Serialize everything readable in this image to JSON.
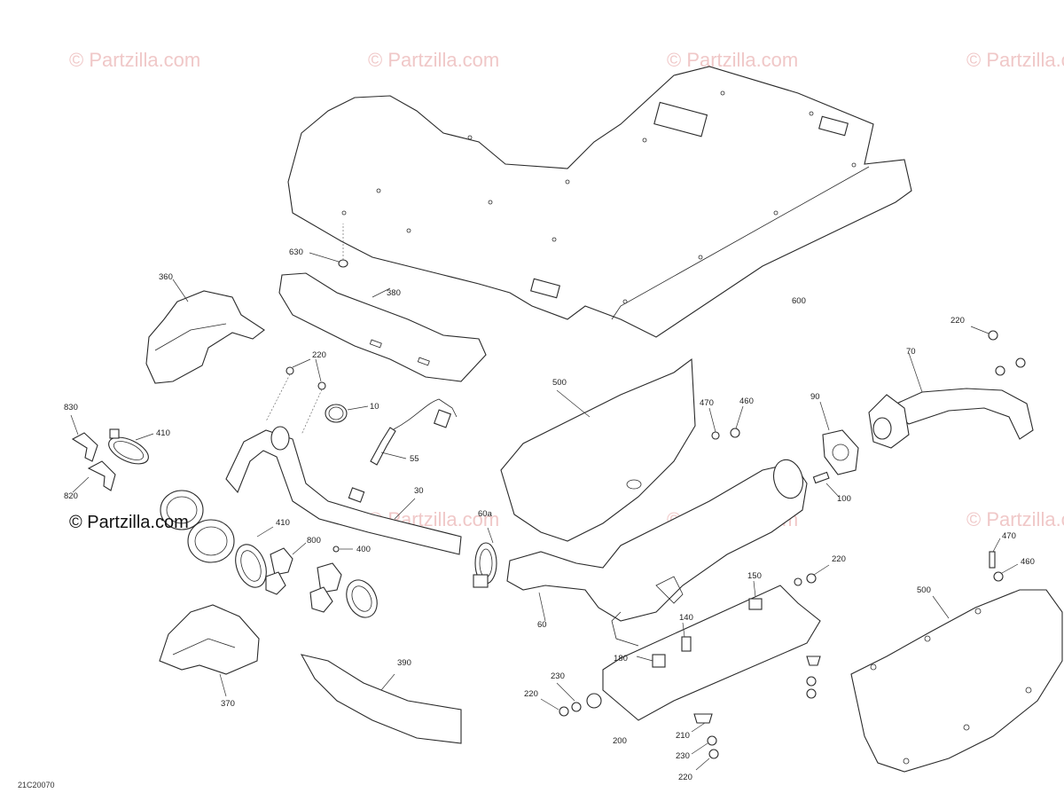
{
  "watermark": "© Partzilla.com",
  "brand_label": "© Partzilla.com",
  "diagram_id": "21C20070",
  "callouts": [
    "630",
    "360",
    "380",
    "600",
    "220",
    "10",
    "55",
    "830",
    "410",
    "820",
    "30",
    "60a",
    "500",
    "470",
    "460",
    "90",
    "70",
    "100",
    "410",
    "800",
    "400",
    "60",
    "220",
    "150",
    "140",
    "180",
    "230",
    "220",
    "200",
    "210",
    "230",
    "220",
    "370",
    "390",
    "470",
    "460",
    "500",
    "220"
  ]
}
